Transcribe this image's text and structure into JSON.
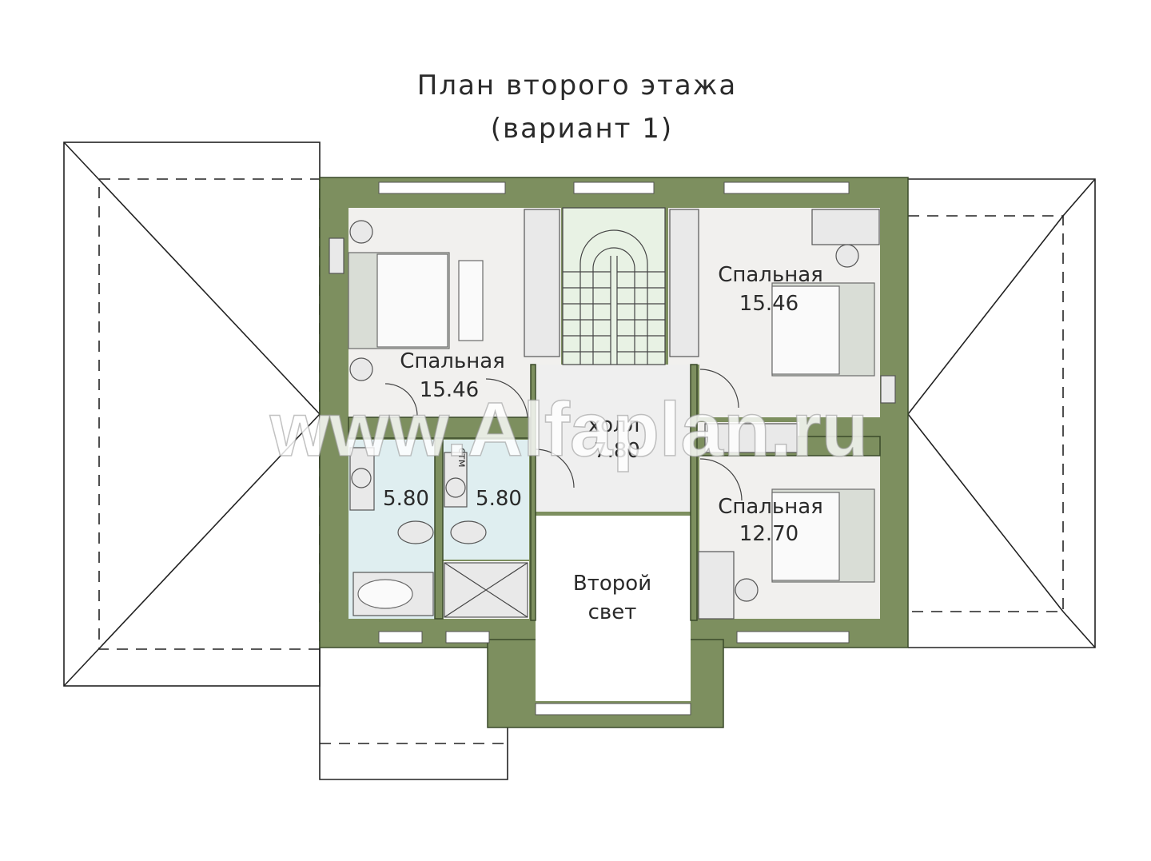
{
  "plan": {
    "title_line1": "План второго этажа",
    "title_line2": "(вариант 1)"
  },
  "rooms": {
    "bedroom_left": {
      "name": "Спальная",
      "area": "15.46"
    },
    "bedroom_right_top": {
      "name": "Спальная",
      "area": "15.46"
    },
    "bedroom_right_bottom": {
      "name": "Спальная",
      "area": "12.70"
    },
    "hall": {
      "name": "холл",
      "area": "7.80"
    },
    "bathroom_1": {
      "area": "5.80"
    },
    "bathroom_2": {
      "area": "5.80",
      "tag": "стм"
    },
    "second_light": {
      "line1": "Второй",
      "line2": "свет"
    }
  },
  "watermark": "www.Alfaplan.ru",
  "colors": {
    "wall": "#7d8f5f",
    "bathroom_floor": "#dfeef0",
    "stair": "#e8f2e4"
  }
}
